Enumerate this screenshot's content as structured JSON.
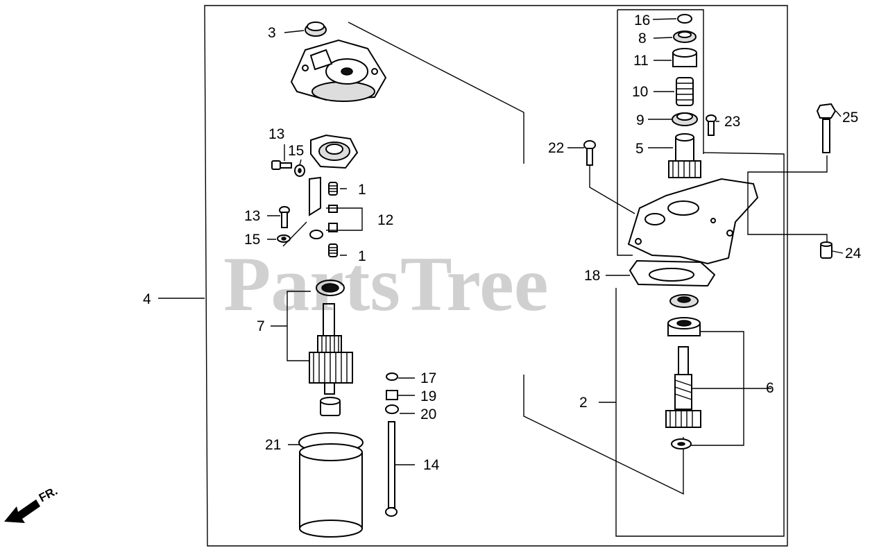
{
  "watermark": "PartsTree",
  "direction_marker": "FR.",
  "callouts": {
    "c1a": "1",
    "c1b": "1",
    "c2": "2",
    "c3": "3",
    "c4": "4",
    "c5": "5",
    "c6": "6",
    "c7": "7",
    "c8": "8",
    "c9": "9",
    "c10": "10",
    "c11": "11",
    "c12": "12",
    "c13a": "13",
    "c13b": "13",
    "c14": "14",
    "c15a": "15",
    "c15b": "15",
    "c16": "16",
    "c17": "17",
    "c18": "18",
    "c19": "19",
    "c20": "20",
    "c21": "21",
    "c22": "22",
    "c23": "23",
    "c24": "24",
    "c25": "25"
  }
}
